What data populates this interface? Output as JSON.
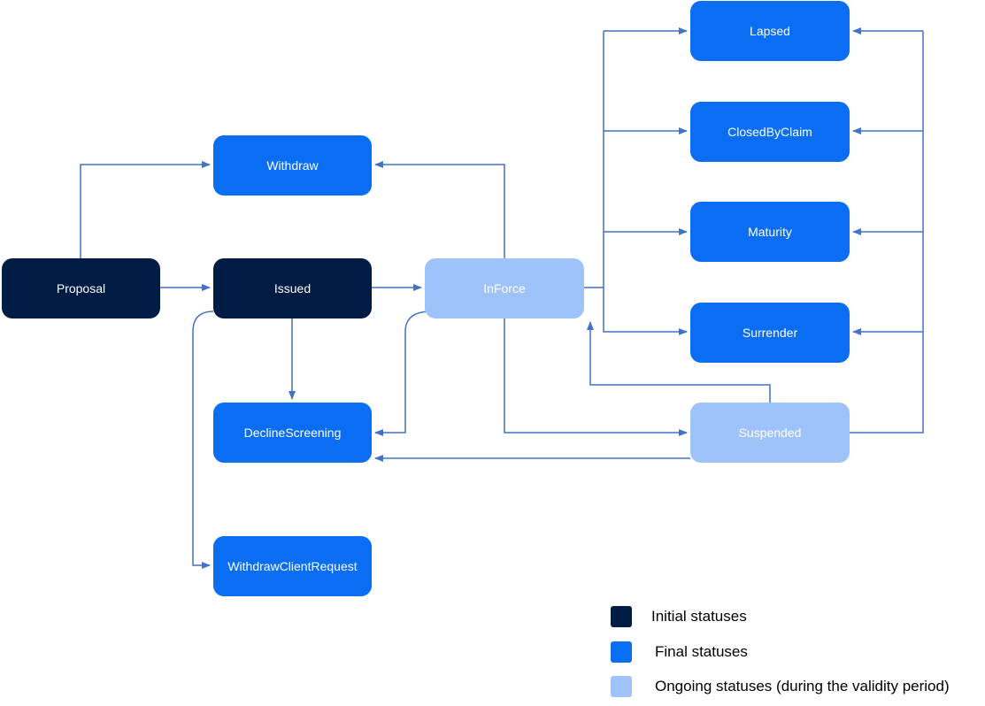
{
  "colors": {
    "initial": "#001c44",
    "final": "#0a6ef5",
    "ongoing": "#9ec3fb",
    "connector": "#4472c4"
  },
  "nodes": {
    "proposal": "Proposal",
    "issued": "Issued",
    "withdraw": "Withdraw",
    "inforce": "InForce",
    "decline_screening": "DeclineScreening",
    "withdraw_client_request": "WithdrawClientRequest",
    "lapsed": "Lapsed",
    "closed_by_claim": "ClosedByClaim",
    "maturity": "Maturity",
    "surrender": "Surrender",
    "suspended": "Suspended"
  },
  "edges": [
    {
      "from": "Proposal",
      "to": "Withdraw"
    },
    {
      "from": "Proposal",
      "to": "Issued"
    },
    {
      "from": "Issued",
      "to": "InForce"
    },
    {
      "from": "Issued",
      "to": "DeclineScreening"
    },
    {
      "from": "Issued",
      "to": "WithdrawClientRequest"
    },
    {
      "from": "InForce",
      "to": "Withdraw"
    },
    {
      "from": "InForce",
      "to": "DeclineScreening"
    },
    {
      "from": "InForce",
      "to": "Suspended"
    },
    {
      "from": "InForce",
      "to": "Lapsed"
    },
    {
      "from": "InForce",
      "to": "ClosedByClaim"
    },
    {
      "from": "InForce",
      "to": "Maturity"
    },
    {
      "from": "InForce",
      "to": "Surrender"
    },
    {
      "from": "Suspended",
      "to": "InForce"
    },
    {
      "from": "Suspended",
      "to": "DeclineScreening"
    },
    {
      "from": "Suspended",
      "to": "Lapsed"
    },
    {
      "from": "Suspended",
      "to": "ClosedByClaim"
    },
    {
      "from": "Suspended",
      "to": "Maturity"
    },
    {
      "from": "Suspended",
      "to": "Surrender"
    }
  ],
  "legend": {
    "initial": "Initial statuses",
    "final": "Final statuses",
    "ongoing": "Ongoing statuses (during the validity period)"
  }
}
